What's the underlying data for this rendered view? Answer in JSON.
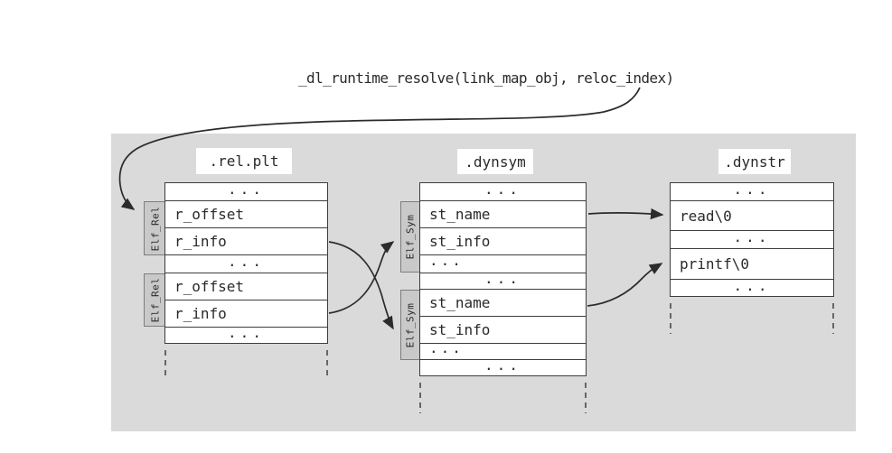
{
  "title": "_dl_runtime_resolve(link_map_obj, reloc_index)",
  "tables": {
    "relplt": {
      "label": ".rel.plt",
      "tabs": [
        "Elf_Rel",
        "Elf_Rel"
      ],
      "rows": [
        "...",
        "r_offset",
        "r_info",
        "...",
        "r_offset",
        "r_info",
        "..."
      ]
    },
    "dynsym": {
      "label": ".dynsym",
      "tabs": [
        "Elf_Sym",
        "Elf_Sym"
      ],
      "rows": [
        "...",
        "st_name",
        "st_info",
        "...",
        "...",
        "st_name",
        "st_info",
        "...",
        "..."
      ]
    },
    "dynstr": {
      "label": ".dynstr",
      "rows": [
        "...",
        "read\\0",
        "...",
        "printf\\0",
        "..."
      ]
    }
  },
  "colors": {
    "panel_bg": "#dadada",
    "tab_bg": "#c9c9c9",
    "tab_border": "#7d7d7d",
    "table_border": "#3d3d3d",
    "text": "#2a2a2a",
    "arrow": "#2b2b2b"
  }
}
